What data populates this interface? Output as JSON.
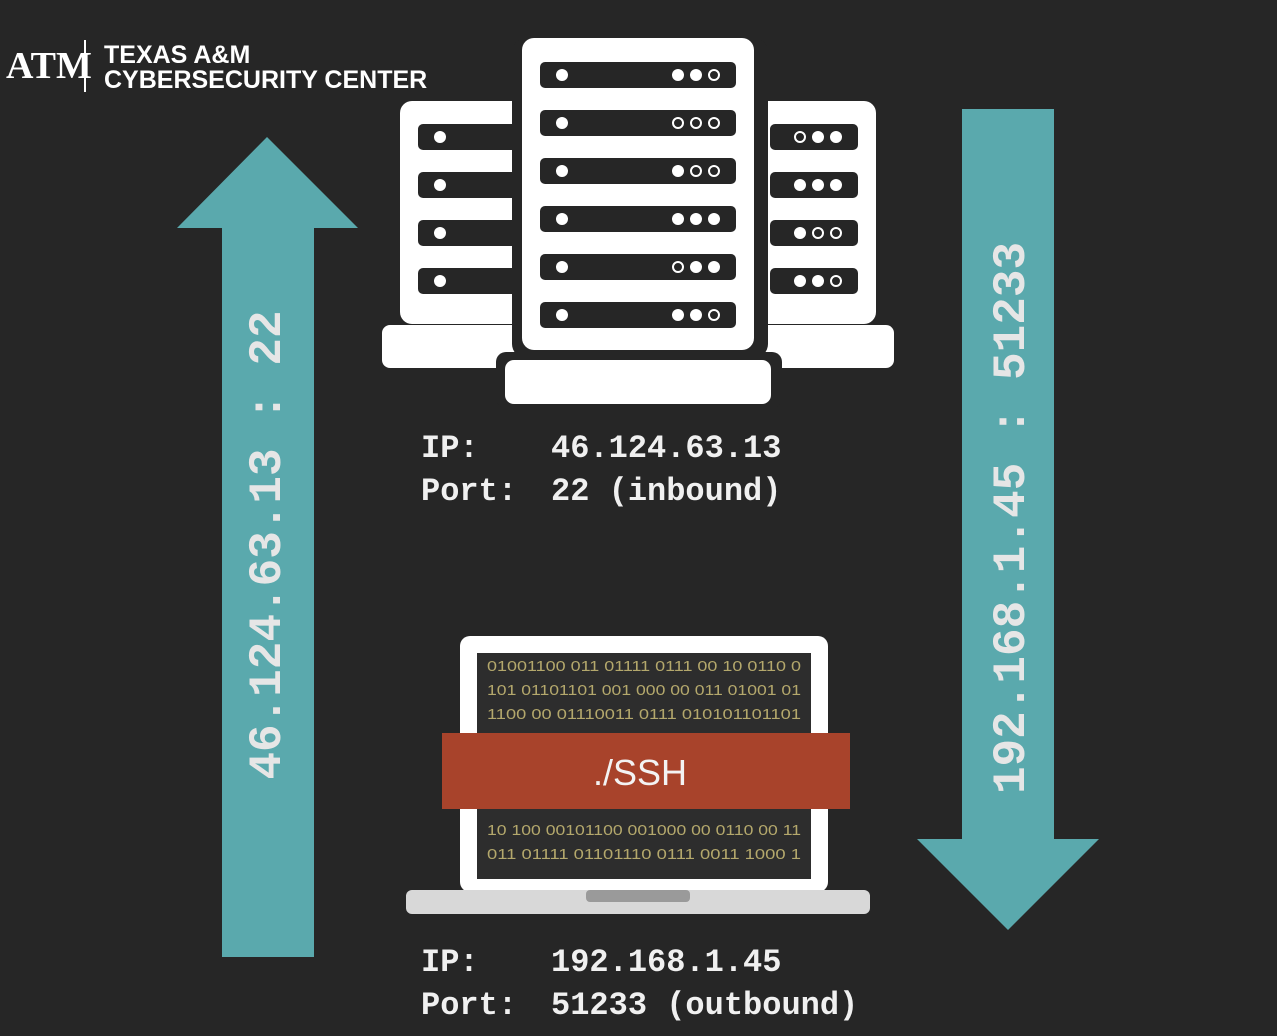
{
  "logo": {
    "mark": "ATM",
    "org_line1": "TEXAS A&M",
    "org_line2": "CYBERSECURITY CENTER"
  },
  "server": {
    "name": "server-stack",
    "ip_label": "IP:",
    "ip_value": "46.124.63.13",
    "port_label": "Port:",
    "port_value": "22 (inbound)"
  },
  "client": {
    "name": "laptop",
    "ip_label": "IP:",
    "ip_value": "192.168.1.45",
    "port_label": "Port:",
    "port_value": "51233 (outbound)",
    "banner": "./SSH",
    "binary_lines": [
      "01001100 011 01111 0111 00 10 0110 0",
      "101 01101101 001 000 00 011 01001 01",
      "1100 00 01110011 0111 010101101101",
      "10 100 00101100 001000 00 0110 00 11",
      "011 01111 01101110 0111 0011 1000  1"
    ]
  },
  "arrows": {
    "up_label": "46.124.63.13 : 22",
    "down_label": "192.168.1.45 : 51233"
  },
  "colors": {
    "background": "#262626",
    "arrow": "#5aa9ad",
    "arrow_text": "#e6e6e6",
    "device": "#ffffff",
    "device_dark": "#262626",
    "banner": "#a8432b",
    "screen": "#2d2d2d",
    "binary_text": "#b4a86c",
    "label_text": "#f0f0f0"
  }
}
